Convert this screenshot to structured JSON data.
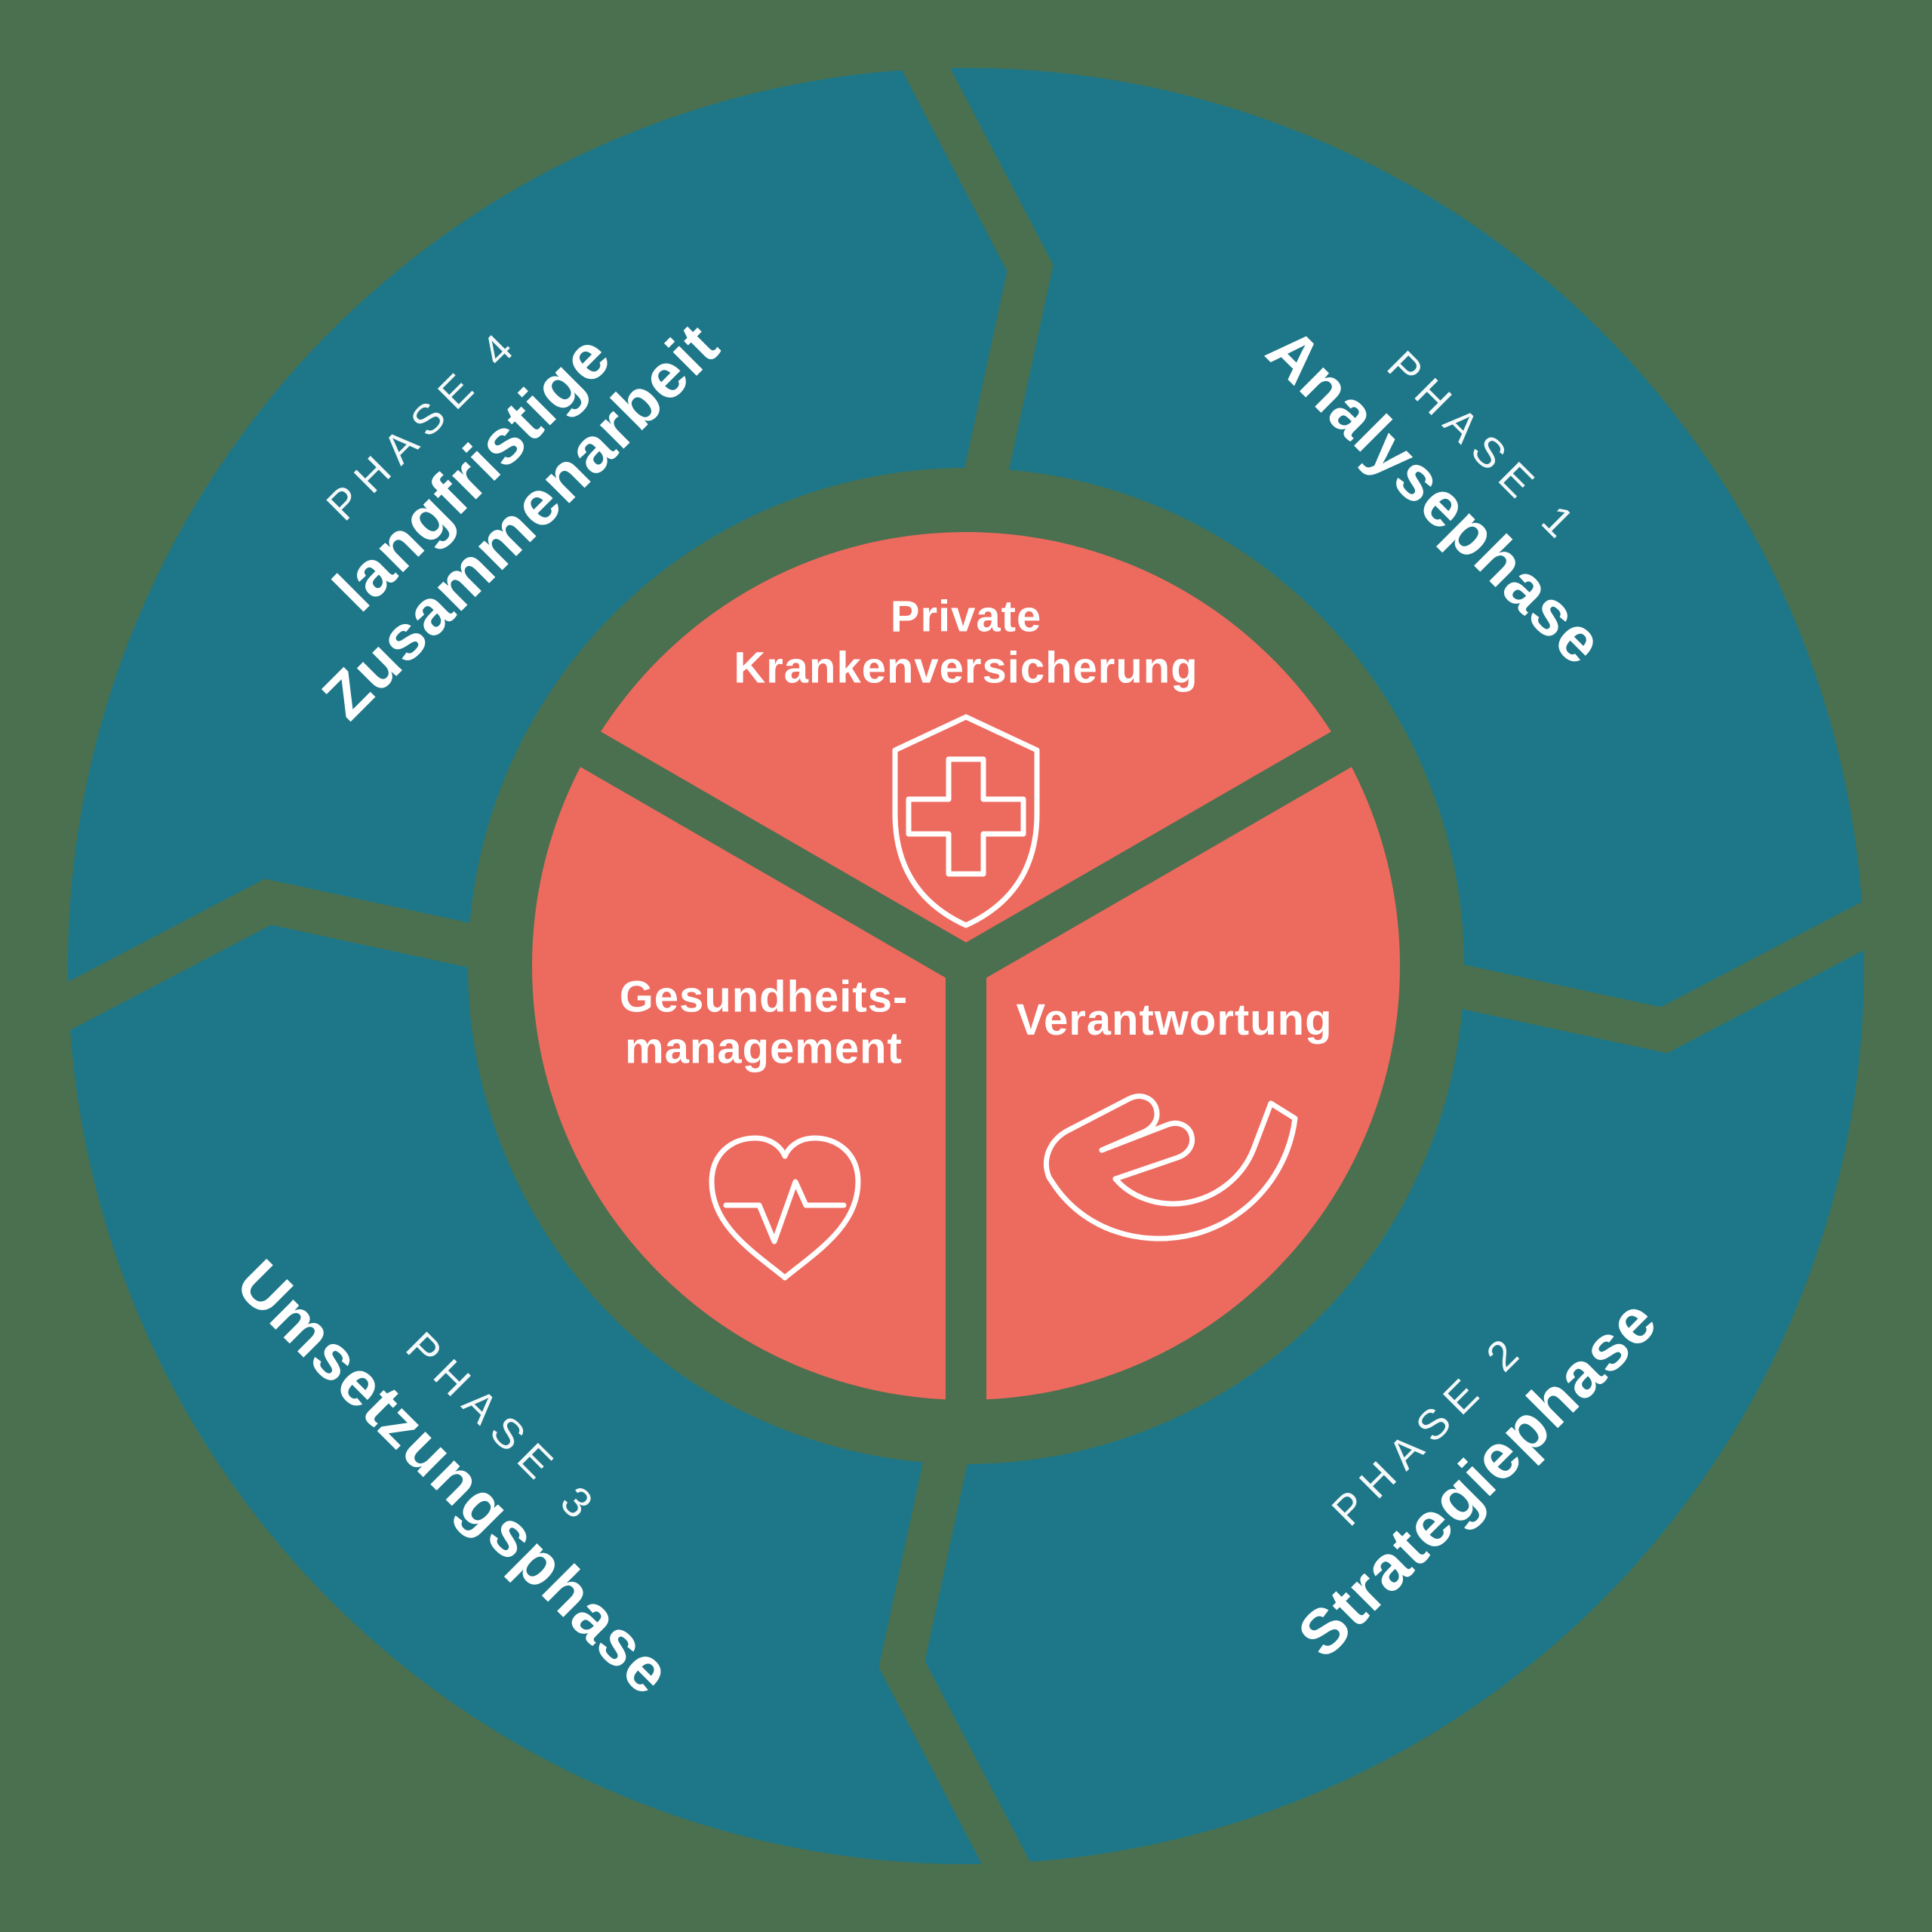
{
  "diagram": {
    "type": "circular-cycle-diagram",
    "flow_direction": "clockwise",
    "outer_phases": [
      {
        "phase_label": "PHASE 1",
        "name_lines": [
          "Analysephase"
        ],
        "position": "top-right"
      },
      {
        "phase_label": "PHASE 2",
        "name_lines": [
          "Strategiephase"
        ],
        "position": "bottom-right"
      },
      {
        "phase_label": "PHASE 3",
        "name_lines": [
          "Umsetzungsphase"
        ],
        "position": "bottom-left"
      },
      {
        "phase_label": "PHASE 4",
        "name_lines": [
          "langfristige",
          "Zusammenarbeit"
        ],
        "position": "top-left"
      }
    ],
    "inner_segments": [
      {
        "label_lines": [
          "Private",
          "Krankenversicherung"
        ],
        "icon": "shield-cross-icon",
        "position": "top"
      },
      {
        "label_lines": [
          "Gesundheits-",
          "management"
        ],
        "icon": "heart-pulse-icon",
        "position": "bottom-left"
      },
      {
        "label_lines": [
          "Verantwortung"
        ],
        "icon": "giving-hand-icon",
        "position": "bottom-right"
      }
    ]
  },
  "colors": {
    "background": "#4A7050",
    "ring": "#1D7789",
    "inner": "#ED6A5E",
    "text": "#FFFFFF"
  }
}
